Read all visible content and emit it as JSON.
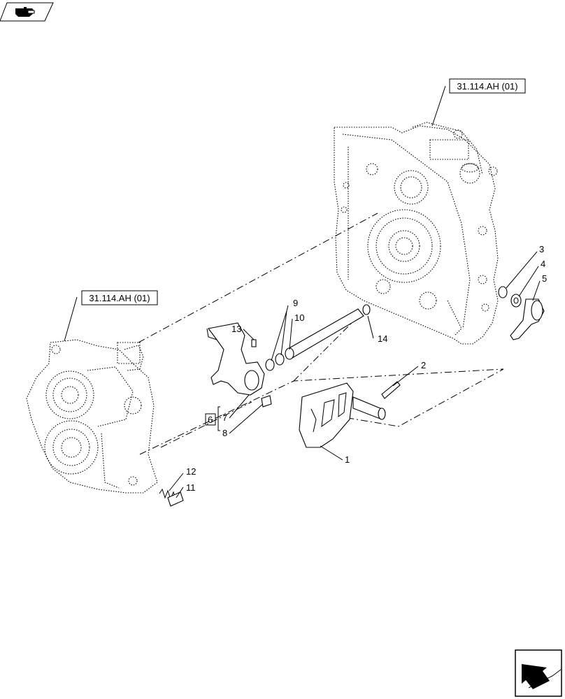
{
  "reference_labels": {
    "top_right": "31.114.AH (01)",
    "left": "31.114.AH (01)"
  },
  "callouts": {
    "c1": "1",
    "c2": "2",
    "c3": "3",
    "c4": "4",
    "c5": "5",
    "c6": "6",
    "c7": "7",
    "c8": "8",
    "c9": "9",
    "c10": "10",
    "c11": "11",
    "c12": "12",
    "c13": "13",
    "c14": "14"
  },
  "icons": {
    "top_left": "kit-icon",
    "bottom_right": "navigation-arrow-icon"
  }
}
